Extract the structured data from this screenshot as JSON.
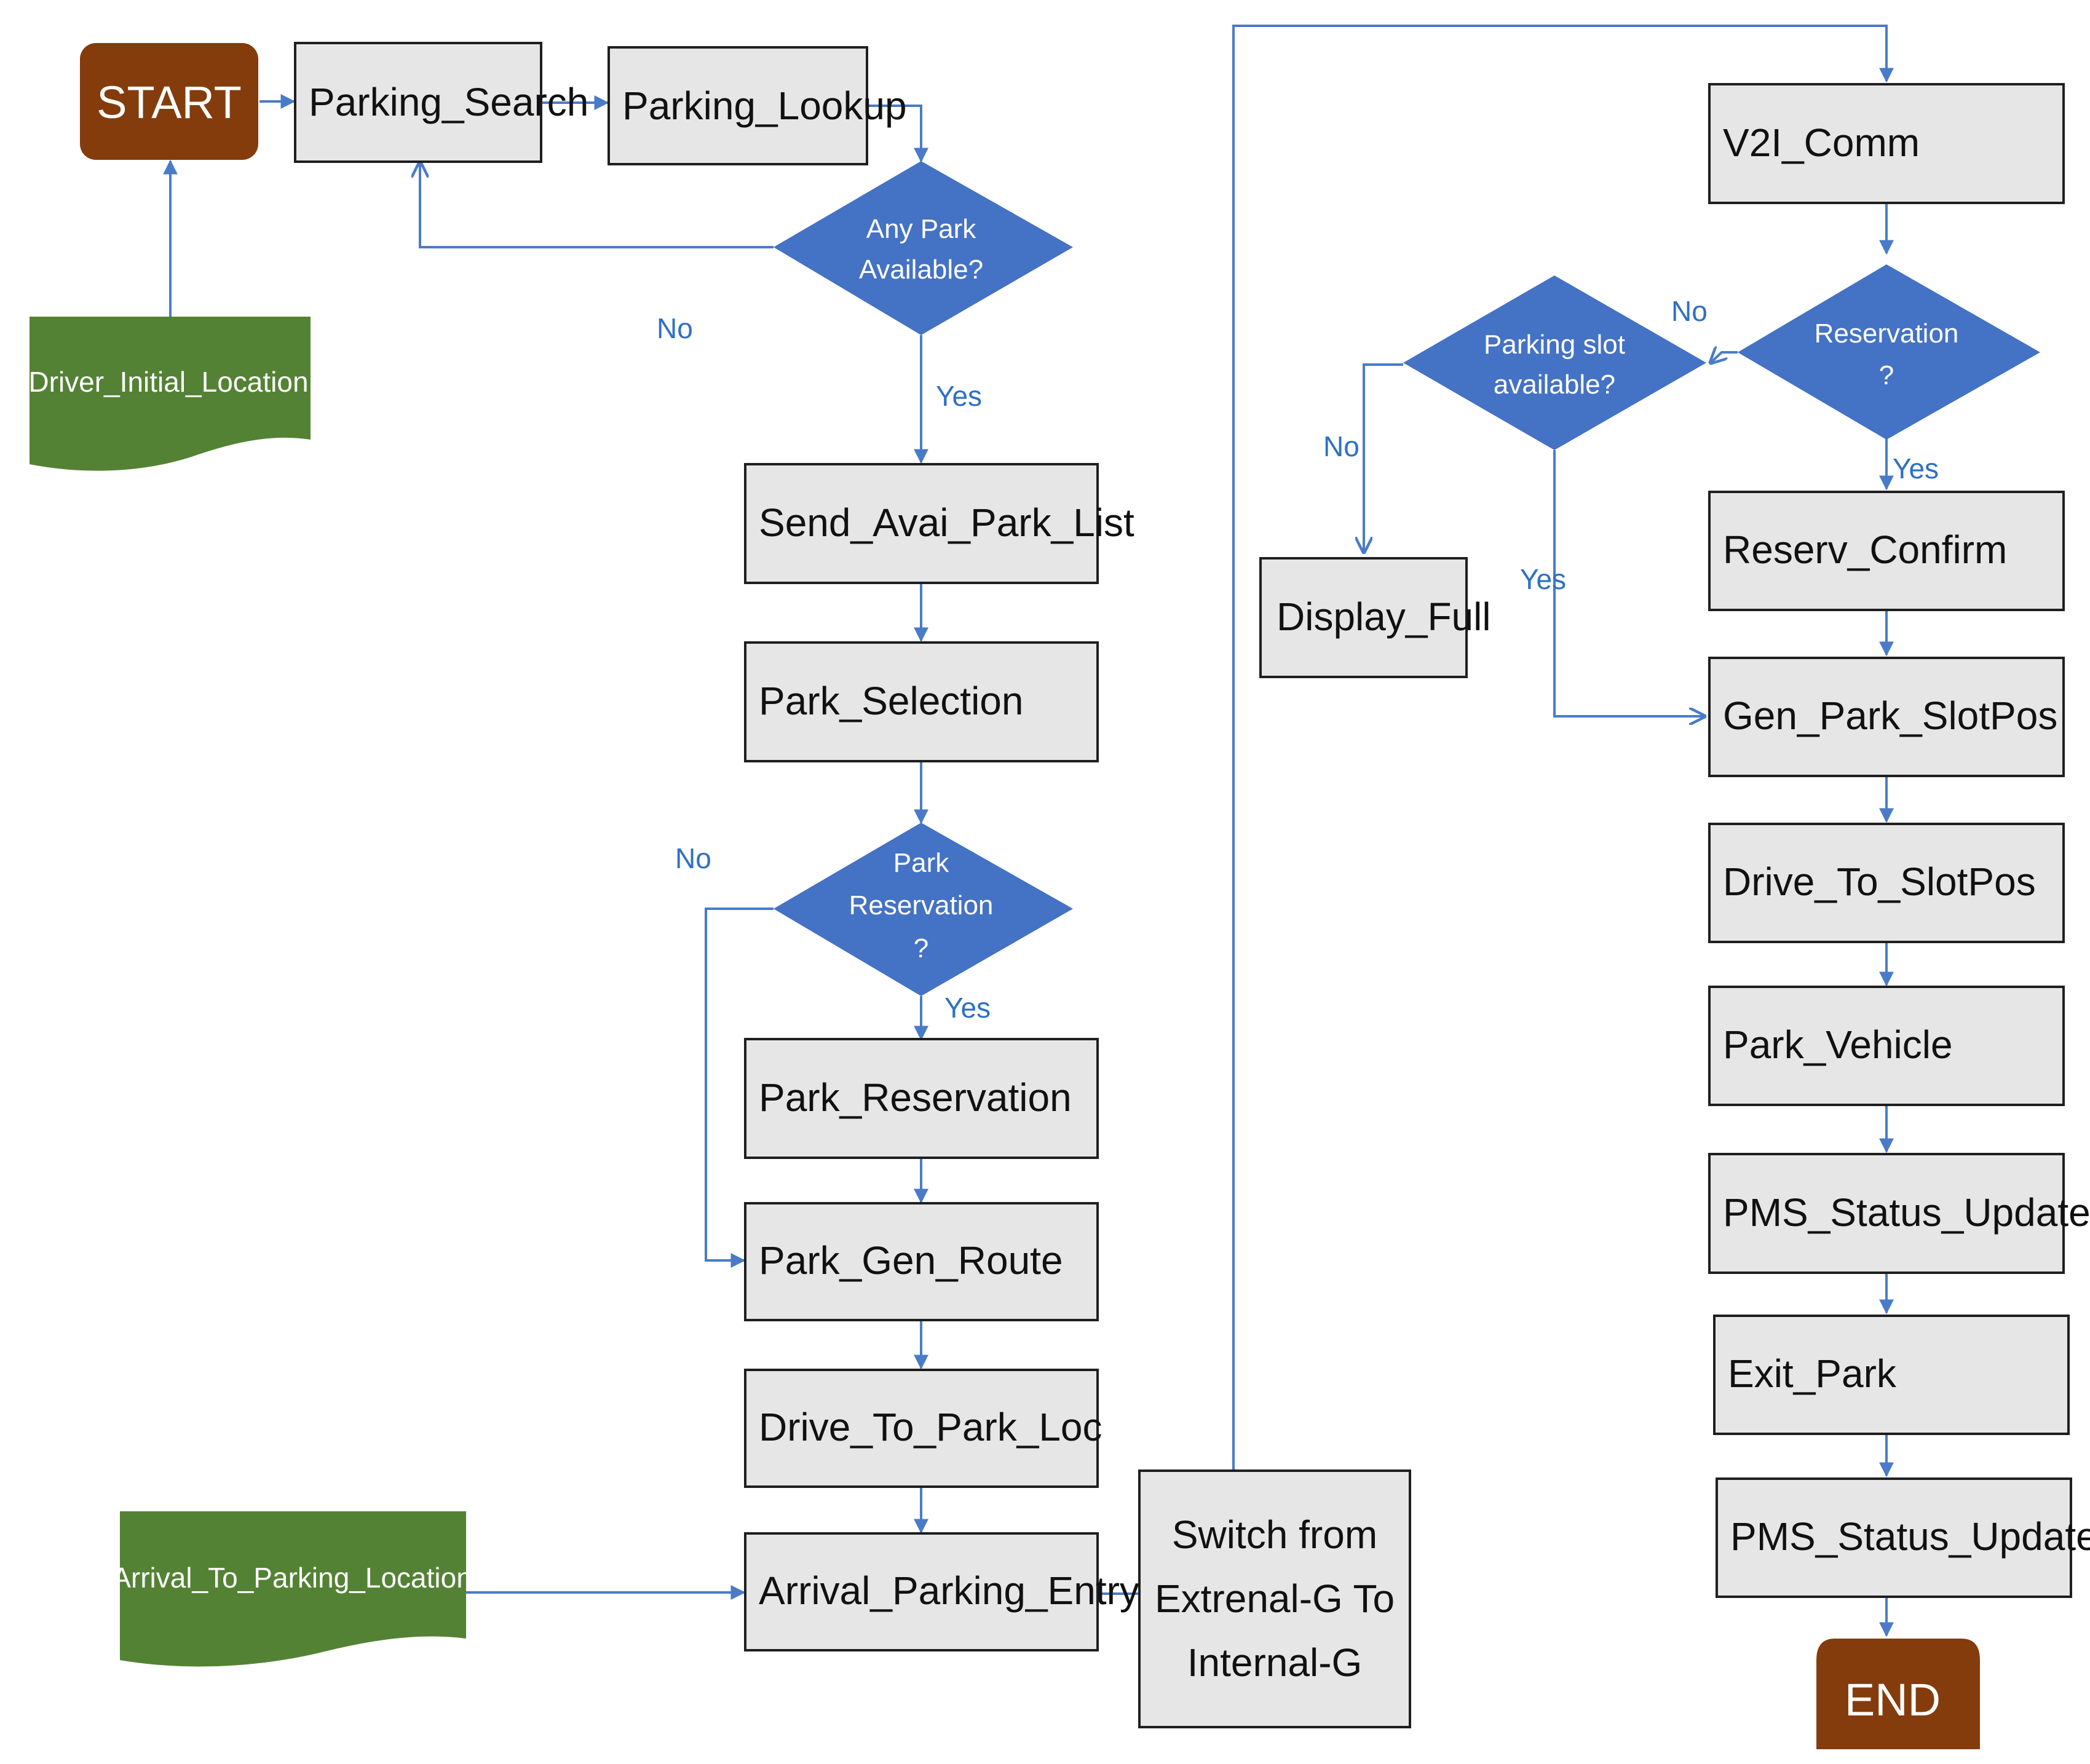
{
  "colors": {
    "terminal": "#843c0c",
    "document": "#548235",
    "decision": "#4472c4",
    "process_fill": "#e7e6e6",
    "process_border": "#1f1f1f",
    "connector": "#4a7bc8",
    "label": "#2f6fc4"
  },
  "terminals": {
    "start": "START",
    "end": "END"
  },
  "documents": {
    "driver_initial_location": "Driver_Initial_Location",
    "arrival_to_parking_location": "Arrival_To_Parking_Location"
  },
  "processes": {
    "parking_search": "Parking_Search",
    "parking_lookup": "Parking_Lookup",
    "send_avai_park_list": "Send_Avai_Park_List",
    "park_selection": "Park_Selection",
    "park_reservation": "Park_Reservation",
    "park_gen_route": "Park_Gen_Route",
    "drive_to_park_loc": "Drive_To_Park_Loc",
    "arrival_parking_entry": "Arrival_Parking_Entry",
    "switch_line1": "Switch from",
    "switch_line2": "Extrenal-G To",
    "switch_line3": "Internal-G",
    "display_full": "Display_Full",
    "v2i_comm": "V2I_Comm",
    "reserv_confirm": "Reserv_Confirm",
    "gen_park_slotpos": "Gen_Park_SlotPos",
    "drive_to_slotpos": "Drive_To_SlotPos",
    "park_vehicle": "Park_Vehicle",
    "pms_status_update_1": "PMS_Status_Update",
    "exit_park": "Exit_Park",
    "pms_status_update_2": "PMS_Status_Update"
  },
  "decisions": {
    "any_park_l1": "Any Park",
    "any_park_l2": "Available?",
    "park_res_l1": "Park",
    "park_res_l2": "Reservation",
    "park_res_l3": "?",
    "slot_l1": "Parking slot",
    "slot_l2": "available?",
    "reservation_l1": "Reservation",
    "reservation_l2": "?"
  },
  "labels": {
    "any_park_no": "No",
    "any_park_yes": "Yes",
    "park_res_no": "No",
    "park_res_yes": "Yes",
    "reservation_no": "No",
    "reservation_yes": "Yes",
    "slot_no": "No",
    "slot_yes": "Yes"
  }
}
